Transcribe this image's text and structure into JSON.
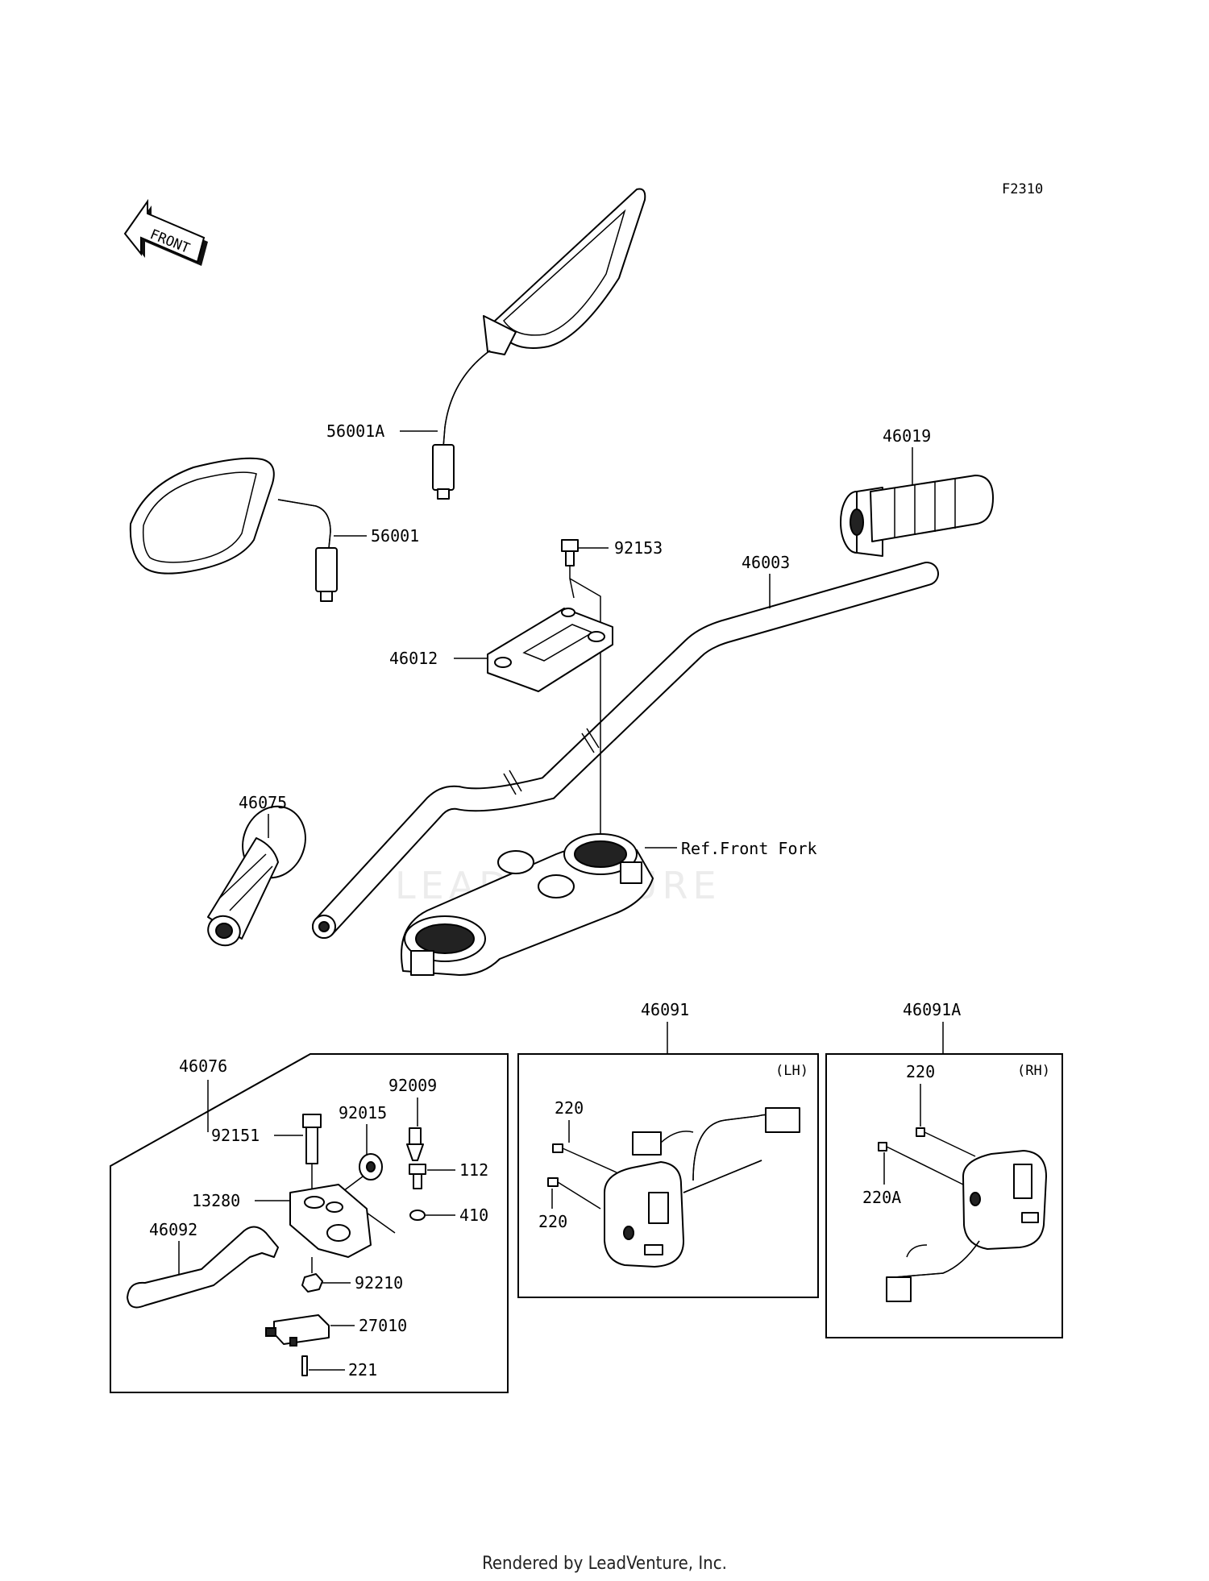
{
  "diagram_code": "F2310",
  "front_label": "FRONT",
  "watermark": "LEADVENTURE",
  "footer": "Rendered by LeadVenture, Inc.",
  "callouts": {
    "mirror_right": "56001A",
    "mirror_left": "56001",
    "grip_right": "46019",
    "handlebar": "46003",
    "bolt_holder": "92153",
    "holder": "46012",
    "grip_left": "46075",
    "front_fork_ref": "Ref.Front Fork",
    "lever_assy": "46076",
    "bolt_lever": "92151",
    "adjuster_knob": "92015",
    "adjuster_screw": "92009",
    "screw": "112",
    "washer": "410",
    "lever_bracket": "13280",
    "lever": "46092",
    "nut": "92210",
    "switch": "27010",
    "switch_screw": "221",
    "switch_lh": "46091",
    "switch_lh_side": "(LH)",
    "screw_lh_top": "220",
    "screw_lh_bottom": "220",
    "switch_rh": "46091A",
    "switch_rh_side": "(RH)",
    "screw_rh_a": "220",
    "screw_rh_b": "220A"
  }
}
